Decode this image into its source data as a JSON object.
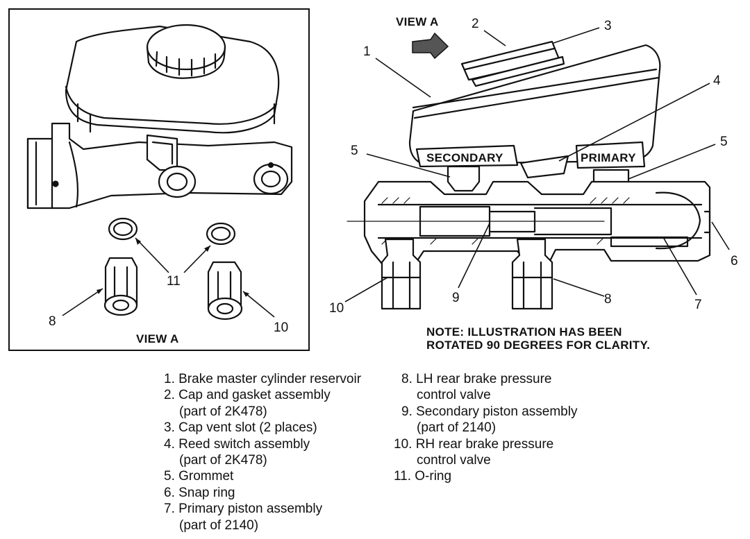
{
  "diagram": {
    "left_panel": {
      "caption": "VIEW A",
      "callouts": {
        "oring": "11",
        "lh_valve": "8",
        "rh_valve": "10"
      }
    },
    "right_panel": {
      "view_arrow_label": "VIEW A",
      "reservoir_markings": {
        "secondary": "SECONDARY",
        "primary": "PRIMARY"
      },
      "callouts": {
        "reservoir": "1",
        "cap": "2",
        "vent_slot": "3",
        "reed_switch": "4",
        "grommet_left": "5",
        "grommet_right": "5",
        "snap_ring": "6",
        "primary_piston": "7",
        "lh_valve": "8",
        "secondary_piston": "9",
        "rh_valve": "10"
      },
      "note_line1": "NOTE: ILLUSTRATION HAS BEEN",
      "note_line2": "ROTATED 90 DEGREES FOR CLARITY."
    }
  },
  "legend": {
    "left": [
      {
        "line1": "1. Brake master cylinder reservoir"
      },
      {
        "line1": "2. Cap and gasket assembly",
        "line2": "(part of 2K478)"
      },
      {
        "line1": "3. Cap vent slot (2 places)"
      },
      {
        "line1": "4. Reed switch assembly",
        "line2": "(part of 2K478)"
      },
      {
        "line1": "5. Grommet"
      },
      {
        "line1": "6. Snap ring"
      },
      {
        "line1": "7. Primary piston assembly",
        "line2": "(part of 2140)"
      }
    ],
    "right": [
      {
        "line1": "8. LH rear brake pressure",
        "line2": "control valve"
      },
      {
        "line1": "9. Secondary piston assembly",
        "line2": "(part of 2140)"
      },
      {
        "line1": "10. RH rear brake pressure",
        "line2": "control valve"
      },
      {
        "line1": "11. O-ring"
      }
    ]
  }
}
